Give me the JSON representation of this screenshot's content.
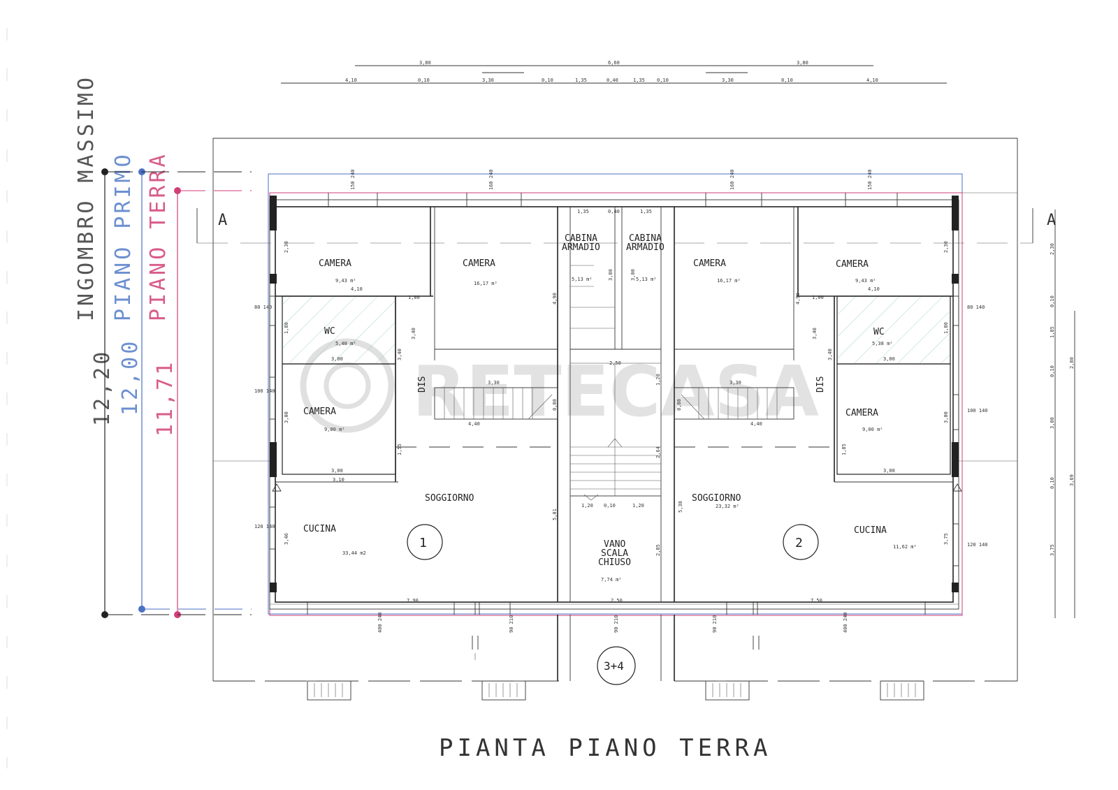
{
  "title": "PIANTA PIANO TERRA",
  "watermark": "RETECASA",
  "heights": {
    "ingombro_label": "INGOMBRO MASSIMO",
    "ingombro_value": "12,20",
    "primo_label": "PIANO PRIMO",
    "primo_value": "12,00",
    "terra_label": "PIANO TERRA",
    "terra_value": "11,71"
  },
  "section_marker": "A",
  "unit_numbers": [
    "1",
    "2",
    "3+4"
  ],
  "rooms": {
    "camera_a_left": {
      "label": "CAMERA",
      "area": "9,43 m²"
    },
    "camera_b_left": {
      "label": "CAMERA",
      "area": "16,17 m²"
    },
    "cabina_left": {
      "label1": "CABINA",
      "label2": "ARMADIO",
      "area": "5,13 m²"
    },
    "cabina_right": {
      "label1": "CABINA",
      "label2": "ARMADIO",
      "area": "5,13 m²"
    },
    "camera_b_right": {
      "label": "CAMERA",
      "area": "16,17 m²"
    },
    "camera_a_right": {
      "label": "CAMERA",
      "area": "9,43 m²"
    },
    "wc_left": {
      "label": "WC",
      "area": "5,40 m²"
    },
    "wc_right": {
      "label": "WC",
      "area": "5,38 m²"
    },
    "camera_c_left": {
      "label": "CAMERA",
      "area": "9,00 m²"
    },
    "camera_c_right": {
      "label": "CAMERA",
      "area": "9,00 m²"
    },
    "dis_left": {
      "label": "DIS"
    },
    "dis_right": {
      "label": "DIS"
    },
    "soggiorno_left": {
      "label": "SOGGIORNO"
    },
    "soggiorno_right": {
      "label": "SOGGIORNO",
      "area": "23,32 m²"
    },
    "cucina_left": {
      "label": "CUCINA",
      "area": "33,44 m2"
    },
    "cucina_right": {
      "label": "CUCINA",
      "area": "11,62 m²"
    },
    "vano": {
      "label1": "VANO",
      "label2": "SCALA",
      "label3": "CHIUSO",
      "area": "7,74 m²"
    }
  },
  "dims_top_row1": [
    "3,80",
    "6,60",
    "3,80"
  ],
  "dims_top_row2": [
    "4,10",
    "0,10",
    "3,30",
    "0,10",
    "1,35",
    "0,40",
    "1,35",
    "0,10",
    "3,30",
    "0,10",
    "4,10"
  ],
  "dims_right": [
    "2,30",
    "0,10",
    "1,85",
    "0,10",
    "3,00",
    "0,10",
    "3,75"
  ],
  "dims_right_outer": [
    "2,80",
    "3,69"
  ],
  "dims_bottom": [
    "7,90",
    "2,50",
    "7,50"
  ],
  "openings_top": [
    "150 240",
    "160 240",
    "160 240",
    "150 240"
  ],
  "openings_bottom": [
    "400 240",
    "90 210",
    "90 210",
    "90 210",
    "400 240"
  ],
  "openings_left": [
    "80 140",
    "100 140",
    "120 140"
  ],
  "openings_right": [
    "80 140",
    "100 140",
    "120 140"
  ],
  "inner_dims": {
    "d_135a": "1,35",
    "d_040": "0,40",
    "d_135b": "1,35",
    "d_410a": "4,10",
    "d_410b": "4,10",
    "d_100a": "1,00",
    "d_100b": "1,00",
    "d_300a": "3,00",
    "d_300b": "3,00",
    "d_300c": "3,00",
    "d_300d": "3,00",
    "d_310": "3,10",
    "d_330a": "3,30",
    "d_330b": "3,30",
    "d_440a": "4,40",
    "d_440b": "4,40",
    "d_250a": "2,50",
    "d_120a": "1,20",
    "d_010": "0,10",
    "d_120b": "1,20",
    "v_230a": "2,30",
    "v_230b": "2,30",
    "v_180a": "1,80",
    "v_180b": "1,80",
    "v_300a": "3,00",
    "v_300b": "3,00",
    "v_346": "3,46",
    "v_375": "3,75",
    "v_340a": "3,40",
    "v_340b": "3,40",
    "v_340c": "3,40",
    "v_340d": "3,40",
    "v_155": "1,55",
    "v_185": "1,85",
    "v_490a": "4,90",
    "v_490b": "4,90",
    "v_380": "3,80",
    "v_300c": "3,00",
    "v_501": "5,01",
    "v_538": "5,38",
    "v_264": "2,64",
    "v_285": "2,85",
    "v_120": "1,20",
    "v_080a": "0,80",
    "v_080b": "0,80"
  }
}
